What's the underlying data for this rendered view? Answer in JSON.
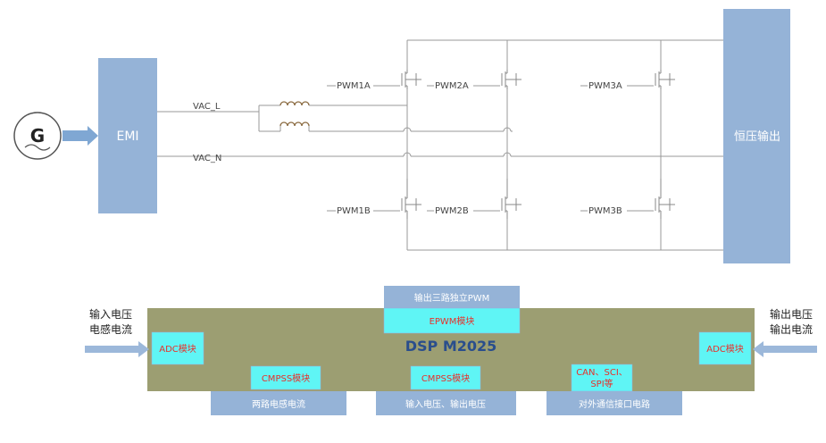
{
  "diagram": {
    "generator_symbol": "G",
    "emi_label": "EMI",
    "output_label": "恒压输出",
    "vac_l": "VAC_L",
    "vac_n": "VAC_N",
    "pwm": {
      "pwm1a": "PWM1A",
      "pwm2a": "PWM2A",
      "pwm3a": "PWM3A",
      "pwm1b": "PWM1B",
      "pwm2b": "PWM2B",
      "pwm3b": "PWM3B"
    },
    "dsp": {
      "title": "DSP M2025",
      "top_box": "输出三路独立PWM",
      "epwm": "EPWM模块",
      "adc_left": "ADC模块",
      "adc_right": "ADC模块",
      "cmpss1": "CMPSS模块",
      "cmpss2": "CMPSS模块",
      "comm_line1": "CAN、SCI、",
      "comm_line2": "SPI等",
      "bottom1": "两路电感电流",
      "bottom2": "输入电压、输出电压",
      "bottom3": "对外通信接口电路",
      "left_in_line1": "输入电压",
      "left_in_line2": "电感电流",
      "right_in_line1": "输出电压",
      "right_in_line2": "输出电流"
    },
    "colors": {
      "block": "#95B3D7",
      "dsp_body": "#9C9E72",
      "module": "#5FF5F5",
      "module_text": "#E8302A"
    }
  }
}
